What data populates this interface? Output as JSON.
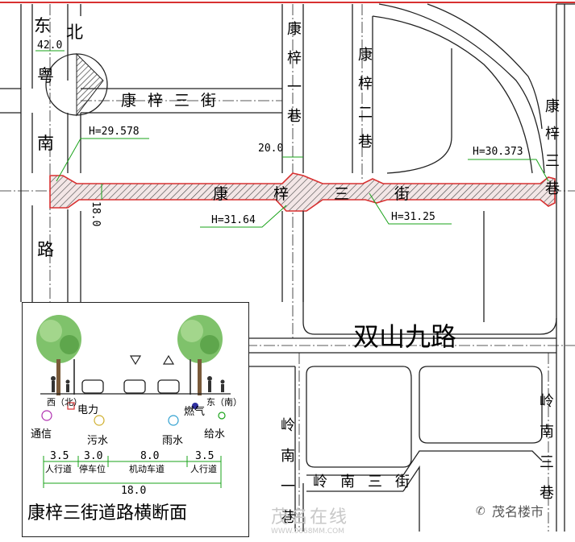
{
  "map": {
    "north_label": "北",
    "roads": {
      "dongyue_south": "东粤南路",
      "kangzi_3_street_top": "康梓三街",
      "kangzi_1_lane": "康梓一巷",
      "kangzi_2_lane": "康梓二巷",
      "kangzi_3_lane": "康梓三巷",
      "kangzi_3_street_main": "康梓三街",
      "shuangshan_9": "双山九路",
      "lingnan_1_lane": "岭南一巷",
      "lingnan_3_street": "岭南三街",
      "lingnan_right": "岭南三巷"
    },
    "dimensions": {
      "top_left_width": "42.0",
      "lane_width": "20.0",
      "road_width": "18.0"
    },
    "elevations": {
      "h1": "H=29.578",
      "h2": "H=31.64",
      "h3": "H=31.25",
      "h4": "H=30.373"
    }
  },
  "inset": {
    "title": "康梓三街道路横断面",
    "west_label": "西（北）",
    "east_label": "东（南）",
    "utilities": {
      "power": "电力",
      "gas": "燃气",
      "telecom": "通信",
      "sewage": "污水",
      "rain": "雨水",
      "water": "给水"
    },
    "segments": [
      {
        "width": "3.5",
        "name": "人行道"
      },
      {
        "width": "3.0",
        "name": "停车位"
      },
      {
        "width": "8.0",
        "name": "机动车道"
      },
      {
        "width": "3.5",
        "name": "人行道"
      }
    ],
    "total": "18.0"
  },
  "watermarks": {
    "site": "茂名在线",
    "site_url": "WWW.0668MM.COM",
    "wechat": "茂名楼市"
  },
  "colors": {
    "road_line": "#222222",
    "red_line": "#d83030",
    "dim_green": "#1aa31a",
    "hatch": "#c03030"
  }
}
